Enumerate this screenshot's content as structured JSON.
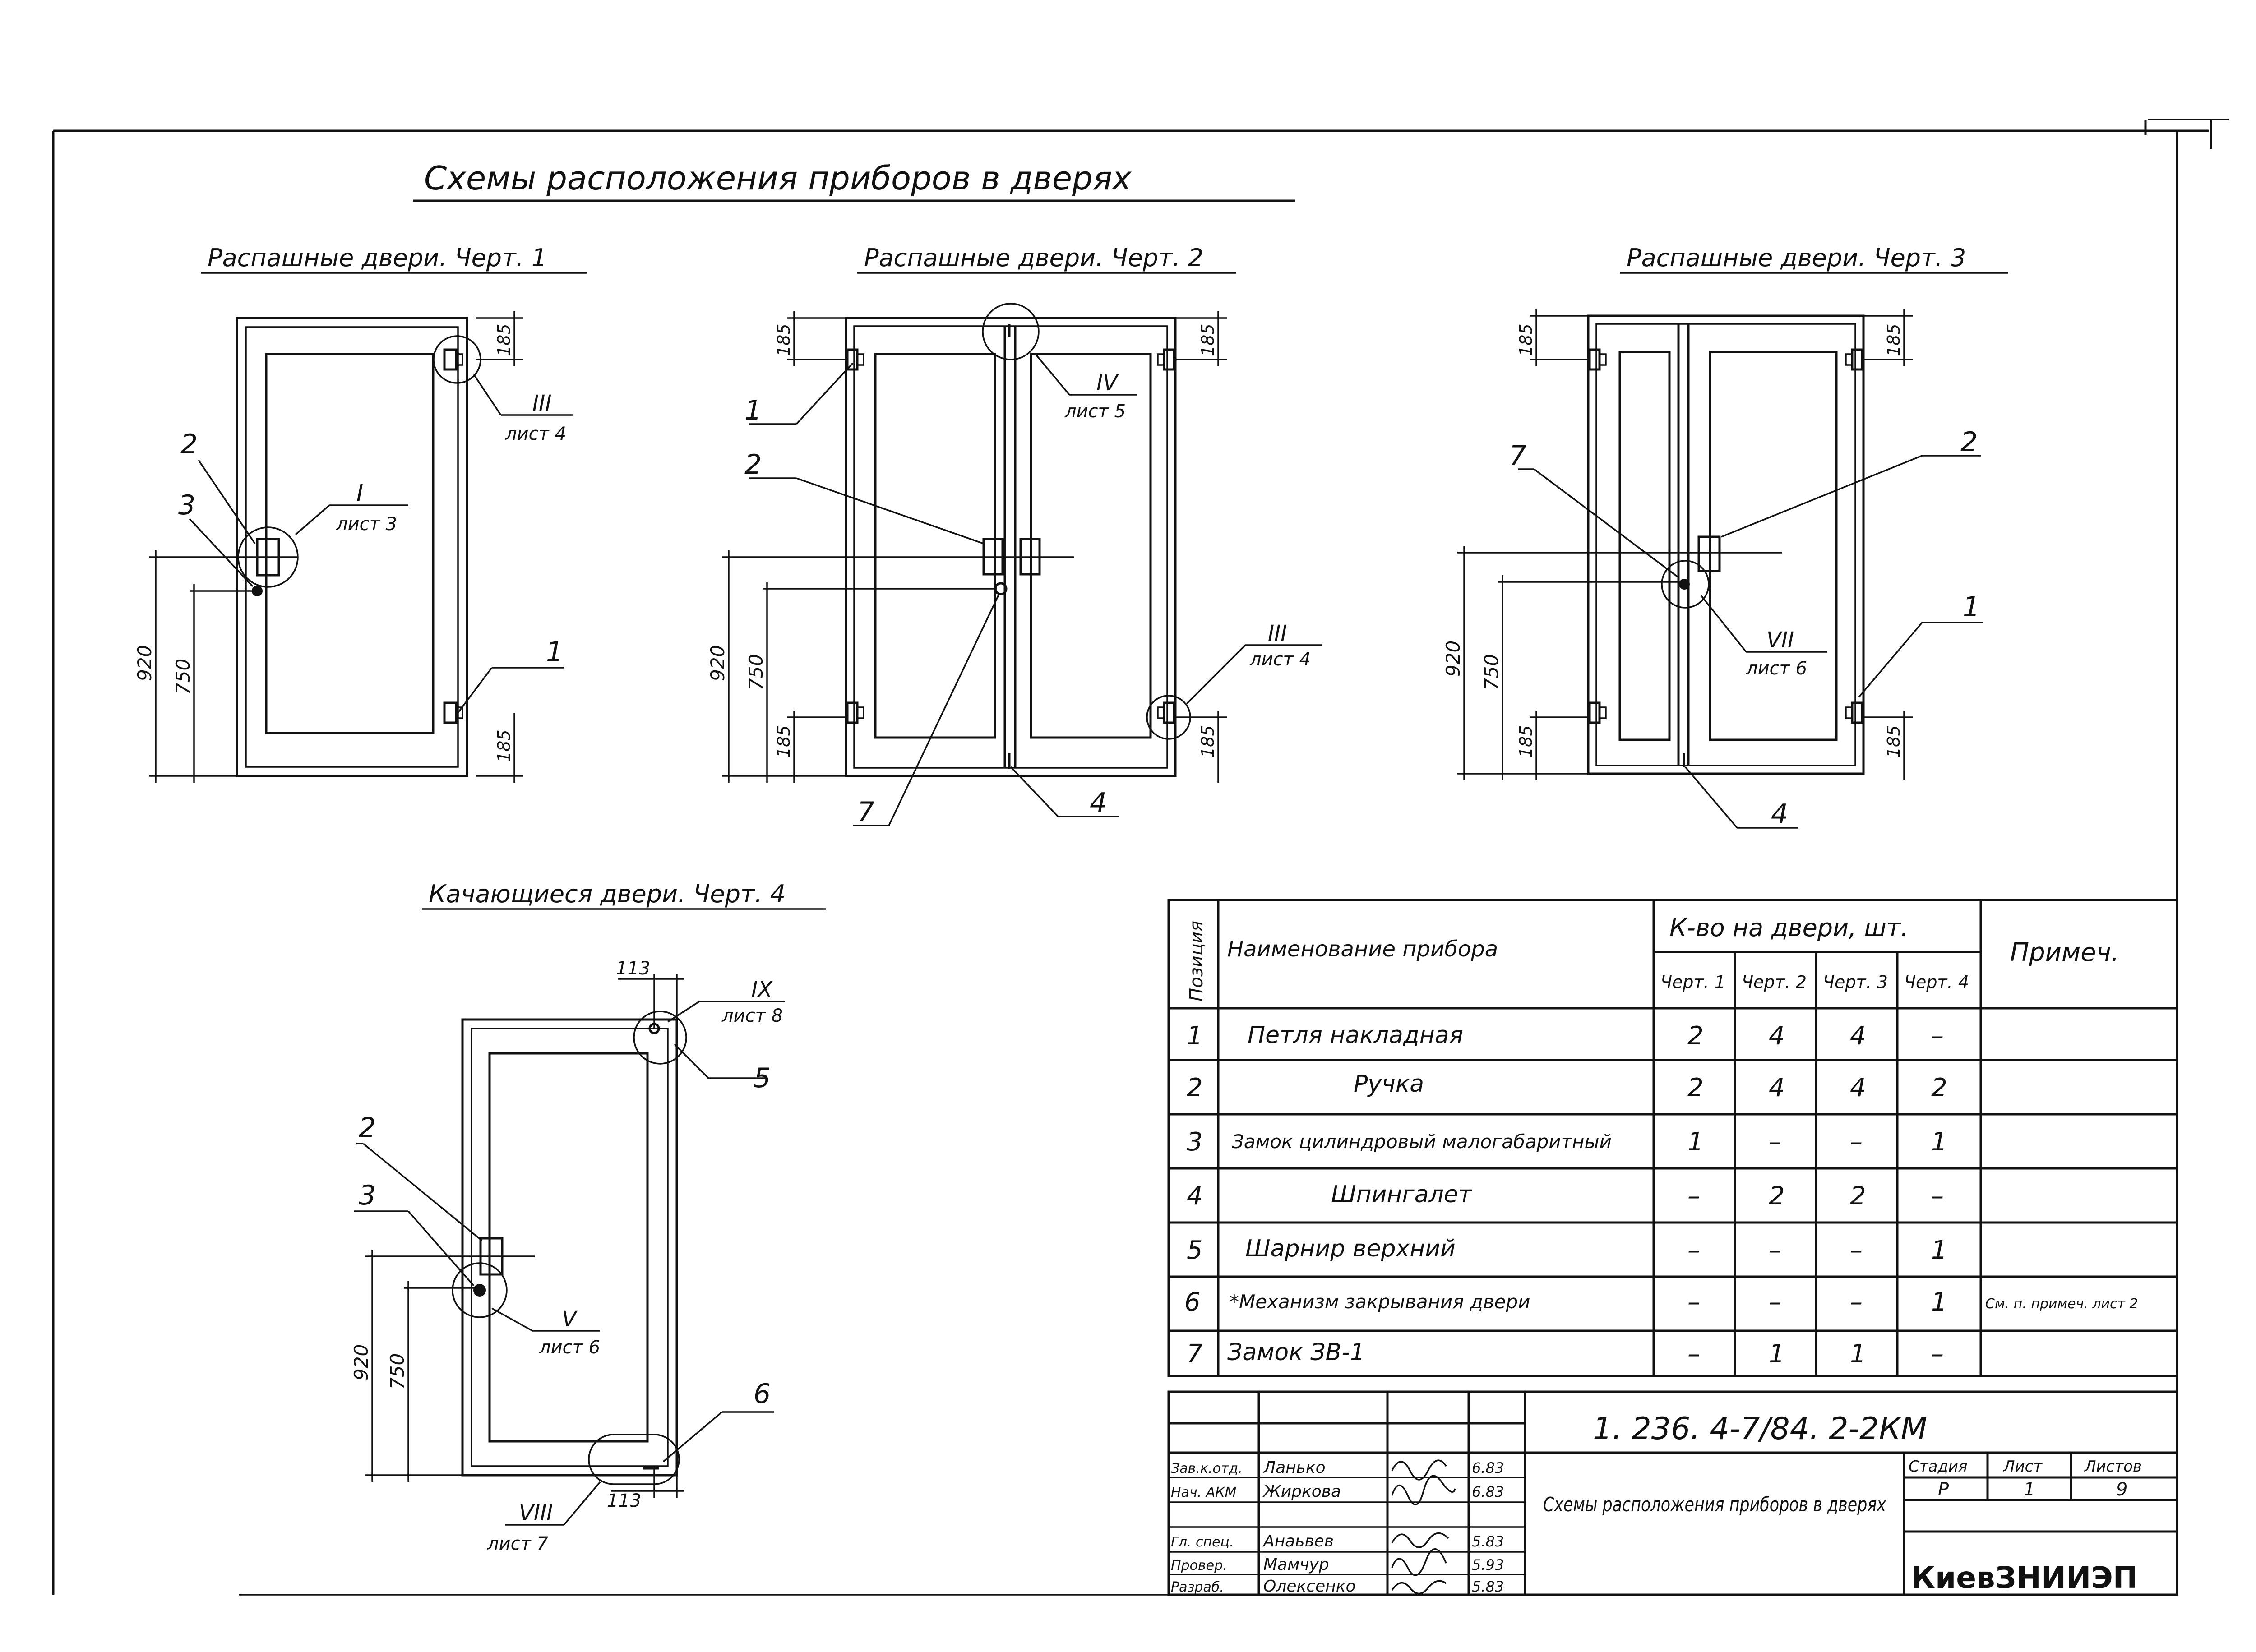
{
  "title": "Схемы расположения приборов в дверях",
  "drawings": [
    {
      "heading": "Распашные двери. Черт. 1",
      "dims": [
        "185",
        "920",
        "750",
        "185"
      ],
      "callouts": [
        {
          "pos": "1"
        },
        {
          "pos": "2"
        },
        {
          "pos": "3"
        },
        {
          "detail": "I",
          "sheet": "лист 3"
        },
        {
          "detail": "III",
          "sheet": "лист 4"
        }
      ]
    },
    {
      "heading": "Распашные двери. Черт. 2",
      "dims": [
        "185",
        "185",
        "920",
        "750",
        "185",
        "185"
      ],
      "callouts": [
        {
          "pos": "1"
        },
        {
          "pos": "2"
        },
        {
          "pos": "7"
        },
        {
          "pos": "4"
        },
        {
          "detail": "IV",
          "sheet": "лист 5"
        },
        {
          "detail": "III",
          "sheet": "лист 4"
        }
      ]
    },
    {
      "heading": "Распашные двери. Черт. 3",
      "dims": [
        "185",
        "185",
        "920",
        "750",
        "185",
        "185"
      ],
      "callouts": [
        {
          "pos": "7"
        },
        {
          "pos": "2"
        },
        {
          "pos": "1"
        },
        {
          "pos": "4"
        },
        {
          "detail": "VII",
          "sheet": "лист 6"
        }
      ]
    },
    {
      "heading": "Качающиеся двери. Черт. 4",
      "dims": [
        "113",
        "113",
        "920",
        "750"
      ],
      "callouts": [
        {
          "pos": "2"
        },
        {
          "pos": "3"
        },
        {
          "pos": "5"
        },
        {
          "pos": "6"
        },
        {
          "detail": "IX",
          "sheet": "лист 8"
        },
        {
          "detail": "V",
          "sheet": "лист 6"
        },
        {
          "detail": "VIII",
          "sheet": "лист 7"
        }
      ]
    }
  ],
  "spec_table": {
    "header": {
      "position": "Позиция",
      "name": "Наименование прибора",
      "qty": "К-во на двери, шт.",
      "note": "Примеч.",
      "cols": [
        "Черт. 1",
        "Черт. 2",
        "Черт. 3",
        "Черт. 4"
      ]
    },
    "rows": [
      {
        "pos": "1",
        "name": "Петля накладная",
        "q": [
          "2",
          "4",
          "4",
          "–"
        ],
        "note": ""
      },
      {
        "pos": "2",
        "name": "Ручка",
        "q": [
          "2",
          "4",
          "4",
          "2"
        ],
        "note": ""
      },
      {
        "pos": "3",
        "name": "Замок цилиндровый малогабаритный",
        "q": [
          "1",
          "–",
          "–",
          "1"
        ],
        "note": ""
      },
      {
        "pos": "4",
        "name": "Шпингалет",
        "q": [
          "–",
          "2",
          "2",
          "–"
        ],
        "note": ""
      },
      {
        "pos": "5",
        "name": "Шарнир верхний",
        "q": [
          "–",
          "–",
          "–",
          "1"
        ],
        "note": ""
      },
      {
        "pos": "6",
        "name": "*Механизм закрывания двери",
        "q": [
          "–",
          "–",
          "–",
          "1"
        ],
        "note": "См. п. примеч. лист 2"
      },
      {
        "pos": "7",
        "name": "Замок ЗВ-1",
        "q": [
          "–",
          "1",
          "1",
          "–"
        ],
        "note": ""
      }
    ]
  },
  "title_block": {
    "code": "1. 236. 4-7/84. 2-2КМ",
    "sheet_title": "Схемы расположения приборов в дверях",
    "stage_label": "Стадия",
    "sheet_label": "Лист",
    "sheets_label": "Листов",
    "stage": "Р",
    "sheet": "1",
    "sheets": "9",
    "org": "КиевЗНИИЭП",
    "people": [
      {
        "role": "Зав.к.отд.",
        "name": "Ланько",
        "date": "6.83"
      },
      {
        "role": "Нач. АКМ",
        "name": "Жиркова",
        "date": "6.83"
      },
      {
        "role": "",
        "name": "",
        "date": ""
      },
      {
        "role": "Гл. спец.",
        "name": "Анаьвев",
        "date": "5.83"
      },
      {
        "role": "Провер.",
        "name": "Мамчур",
        "date": "5.93"
      },
      {
        "role": "Разраб.",
        "name": "Олексенко",
        "date": "5.83"
      }
    ]
  }
}
